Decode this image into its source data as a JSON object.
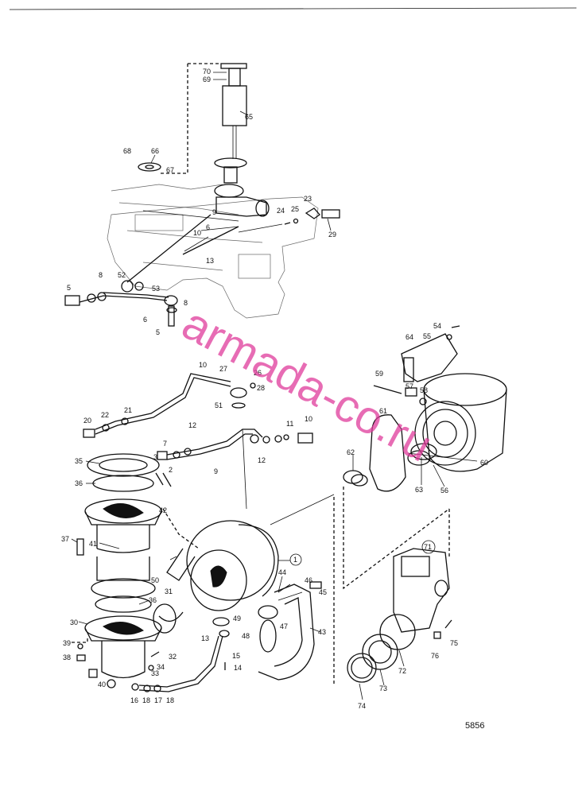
{
  "drawing_number": "5856",
  "watermark": "armada-co.ru",
  "callouts": [
    {
      "id": "c70",
      "text": "70"
    },
    {
      "id": "c69",
      "text": "69"
    },
    {
      "id": "c65",
      "text": "65"
    },
    {
      "id": "c68",
      "text": "68"
    },
    {
      "id": "c66",
      "text": "66"
    },
    {
      "id": "c67",
      "text": "67"
    },
    {
      "id": "c9a",
      "text": "9"
    },
    {
      "id": "c23",
      "text": "23"
    },
    {
      "id": "c25",
      "text": "25"
    },
    {
      "id": "c24",
      "text": "24"
    },
    {
      "id": "c29",
      "text": "29"
    },
    {
      "id": "c10a",
      "text": "10"
    },
    {
      "id": "c6a",
      "text": "6"
    },
    {
      "id": "c13a",
      "text": "13"
    },
    {
      "id": "c5a",
      "text": "5"
    },
    {
      "id": "c8a",
      "text": "8"
    },
    {
      "id": "c52",
      "text": "52"
    },
    {
      "id": "c53",
      "text": "53"
    },
    {
      "id": "c8b",
      "text": "8"
    },
    {
      "id": "c6b",
      "text": "6"
    },
    {
      "id": "c5b",
      "text": "5"
    },
    {
      "id": "c54",
      "text": "54"
    },
    {
      "id": "c55",
      "text": "55"
    },
    {
      "id": "c64",
      "text": "64"
    },
    {
      "id": "c10b",
      "text": "10"
    },
    {
      "id": "c27",
      "text": "27"
    },
    {
      "id": "c26",
      "text": "26"
    },
    {
      "id": "c28",
      "text": "28"
    },
    {
      "id": "c51",
      "text": "51"
    },
    {
      "id": "c59",
      "text": "59"
    },
    {
      "id": "c57",
      "text": "57"
    },
    {
      "id": "c58",
      "text": "58"
    },
    {
      "id": "c61",
      "text": "61"
    },
    {
      "id": "c20",
      "text": "20"
    },
    {
      "id": "c22",
      "text": "22"
    },
    {
      "id": "c21",
      "text": "21"
    },
    {
      "id": "c11",
      "text": "11"
    },
    {
      "id": "c10c",
      "text": "10"
    },
    {
      "id": "c7",
      "text": "7"
    },
    {
      "id": "c12a",
      "text": "12"
    },
    {
      "id": "c12b",
      "text": "12"
    },
    {
      "id": "c62",
      "text": "62"
    },
    {
      "id": "c60",
      "text": "60"
    },
    {
      "id": "c35",
      "text": "35"
    },
    {
      "id": "c3",
      "text": "3"
    },
    {
      "id": "c9b",
      "text": "9"
    },
    {
      "id": "c2",
      "text": "2"
    },
    {
      "id": "c36a",
      "text": "36"
    },
    {
      "id": "c63",
      "text": "63"
    },
    {
      "id": "c56",
      "text": "56"
    },
    {
      "id": "c42",
      "text": "42"
    },
    {
      "id": "c37",
      "text": "37"
    },
    {
      "id": "c41",
      "text": "41"
    },
    {
      "id": "c71",
      "text": "71"
    },
    {
      "id": "c1",
      "text": "1"
    },
    {
      "id": "c50",
      "text": "50"
    },
    {
      "id": "c44",
      "text": "44"
    },
    {
      "id": "c46",
      "text": "46"
    },
    {
      "id": "c45",
      "text": "45"
    },
    {
      "id": "c31",
      "text": "31"
    },
    {
      "id": "c36b",
      "text": "36"
    },
    {
      "id": "c30",
      "text": "30"
    },
    {
      "id": "c49",
      "text": "49"
    },
    {
      "id": "c47",
      "text": "47"
    },
    {
      "id": "c48",
      "text": "48"
    },
    {
      "id": "c43",
      "text": "43"
    },
    {
      "id": "c39",
      "text": "39"
    },
    {
      "id": "c38",
      "text": "38"
    },
    {
      "id": "c13b",
      "text": "13"
    },
    {
      "id": "c15",
      "text": "15"
    },
    {
      "id": "c14",
      "text": "14"
    },
    {
      "id": "c32",
      "text": "32"
    },
    {
      "id": "c34",
      "text": "34"
    },
    {
      "id": "c33",
      "text": "33"
    },
    {
      "id": "c40",
      "text": "40"
    },
    {
      "id": "c16",
      "text": "16"
    },
    {
      "id": "c18a",
      "text": "18"
    },
    {
      "id": "c17",
      "text": "17"
    },
    {
      "id": "c18b",
      "text": "18"
    },
    {
      "id": "c76",
      "text": "76"
    },
    {
      "id": "c75",
      "text": "75"
    },
    {
      "id": "c72",
      "text": "72"
    },
    {
      "id": "c73",
      "text": "73"
    },
    {
      "id": "c74",
      "text": "74"
    }
  ]
}
